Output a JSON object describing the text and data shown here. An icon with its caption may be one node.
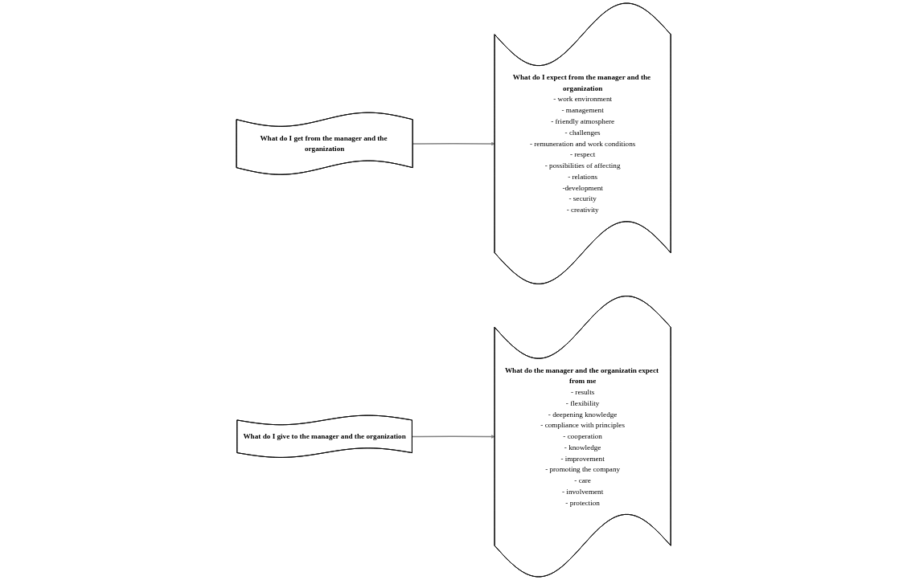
{
  "diagram": {
    "nodes": [
      {
        "text": [
          "What do I get from the manager and the organization"
        ]
      },
      {
        "text": [
          "What do I expect from the manager and the organization",
          "- work environment",
          "- management",
          "- friendly atmosphere",
          "- challenges",
          "- remuneration and work conditions",
          "- respect",
          "- possibilities of affecting",
          "- relations",
          "-development",
          "- security",
          "- creativity"
        ]
      },
      {
        "text": [
          "What do the manager and the organizatin expect from me",
          "- results",
          "- flexibility",
          "- deepening knowledge",
          "- compliance with principles",
          "- cooperation",
          "- knowledge",
          "- improvement",
          "- promoting the company",
          "- care",
          "- involvement",
          "- protection"
        ]
      },
      {
        "text": [
          "What do I give to the manager and the organization"
        ]
      }
    ],
    "edges": [
      {
        "from": 0,
        "to": 1,
        "arrow": "to"
      },
      {
        "from": 3,
        "to": 2,
        "arrow": "to"
      }
    ]
  }
}
